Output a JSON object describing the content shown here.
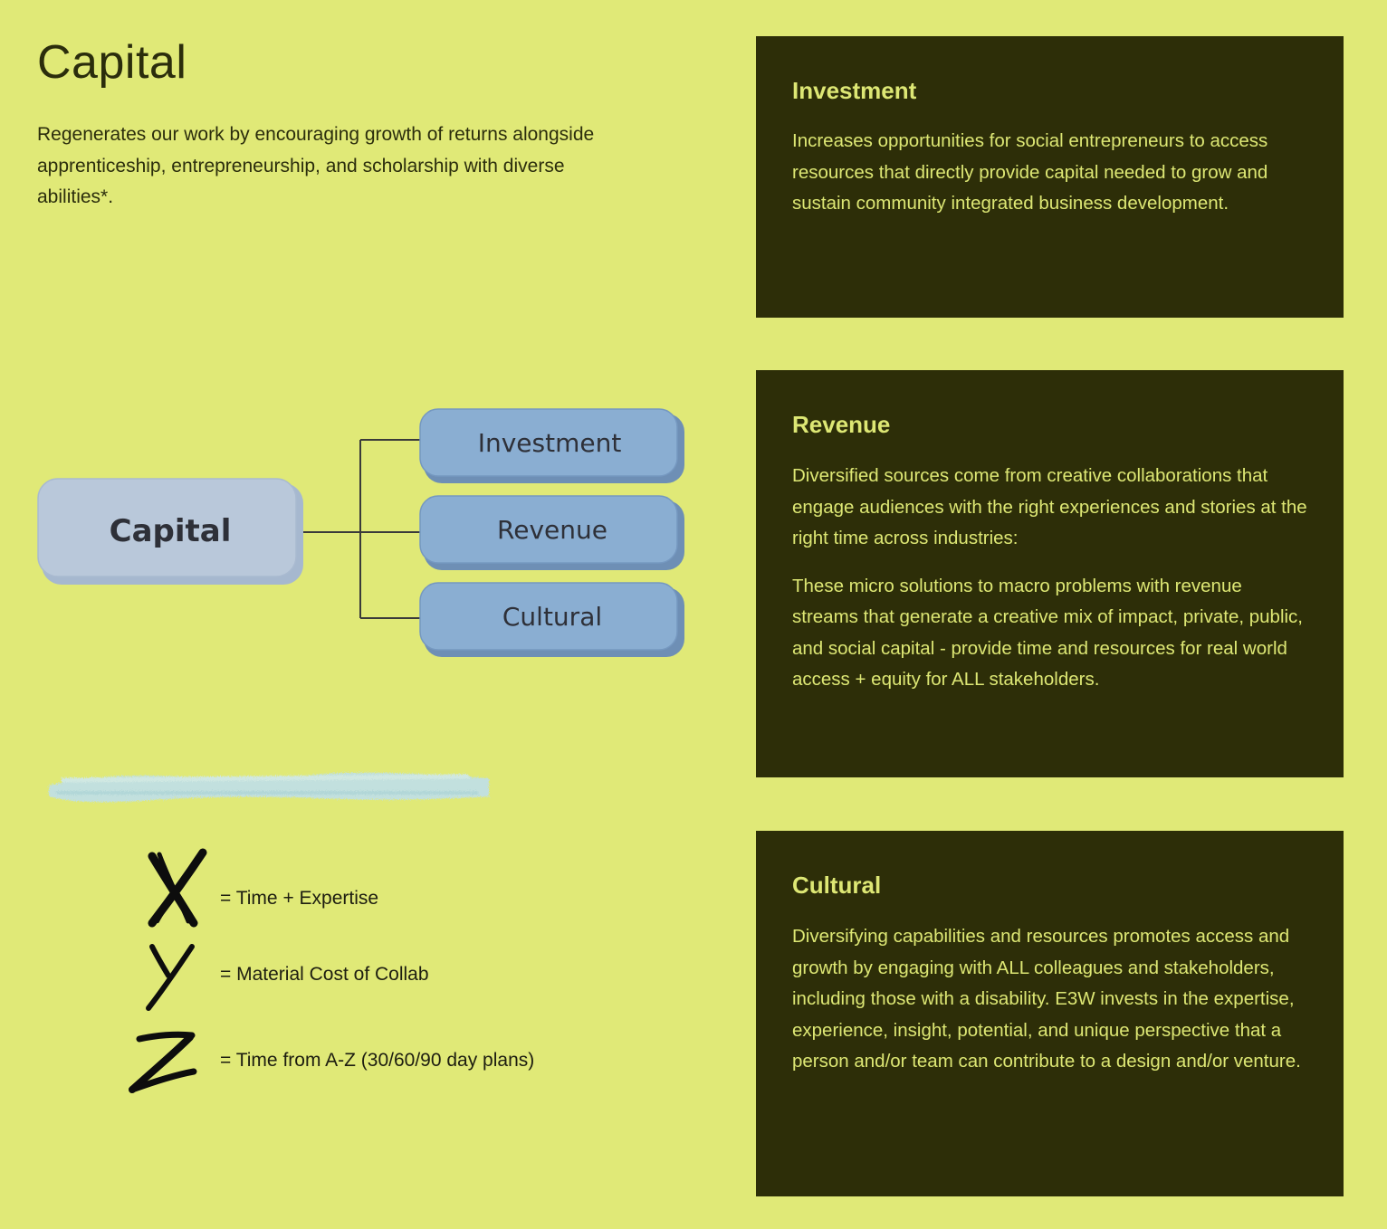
{
  "header": {
    "title": "Capital",
    "intro": "Regenerates our work by encouraging growth of returns alongside apprenticeship, entrepreneurship, and scholarship with diverse abilities*."
  },
  "diagram": {
    "root_label": "Capital",
    "branches": [
      "Investment",
      "Revenue",
      "Cultural"
    ],
    "colors": {
      "root_fill": "#b9c8da",
      "root_shadow": "#9fb1c9",
      "branch_fill": "#8aaed2",
      "branch_shadow": "#6e8fb5",
      "connector": "#3a3a3a"
    }
  },
  "legend": [
    {
      "symbol": "X",
      "text": "= Time + Expertise"
    },
    {
      "symbol": "Y",
      "text": "= Material Cost of Collab"
    },
    {
      "symbol": "Z",
      "text": "= Time from A-Z (30/60/90 day plans)"
    }
  ],
  "cards": {
    "investment": {
      "title": "Investment",
      "body": "Increases opportunities for social entrepreneurs to access resources that directly provide capital needed to grow and sustain community integrated business development."
    },
    "revenue": {
      "title": "Revenue",
      "body1": "Diversified sources come from creative collaborations that engage audiences with the right experiences and stories at the right time across industries:",
      "body2": "These micro solutions to macro problems with revenue streams that generate a creative mix of impact, private, public, and social capital - provide time and resources for real world access + equity for ALL stakeholders."
    },
    "cultural": {
      "title": "Cultural",
      "body": "Diversifying capabilities and resources promotes access and growth by engaging with ALL colleagues and stakeholders, including those with a disability. E3W invests in the expertise, experience, insight, potential, and unique perspective that a person and/or team can contribute to a design and/or venture."
    }
  },
  "colors": {
    "background": "#e0e977",
    "card_bg": "#2d2e08",
    "card_text": "#dde774",
    "body_text": "#2b2d0c",
    "brush": "#b9dde8"
  }
}
